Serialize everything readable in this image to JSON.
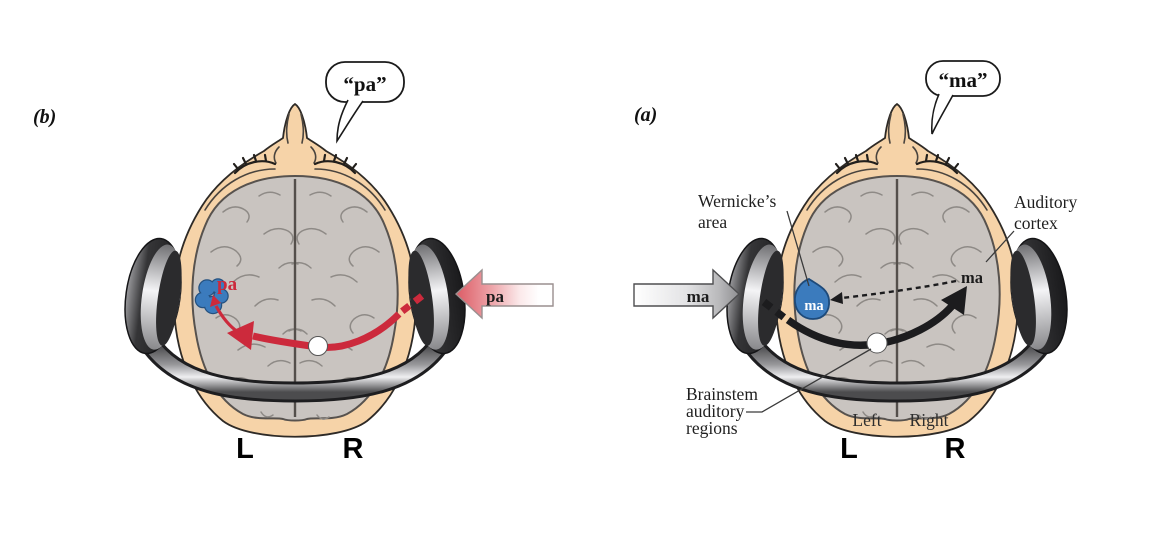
{
  "colors": {
    "skin": "#f6d3a8",
    "brain": "#c9c4c0",
    "red": "#cc2a3c",
    "blue": "#3b7bbd",
    "dark": "#1c1c1e"
  },
  "panel_b": {
    "tag": "(b)",
    "bubble": "“pa”",
    "stimulus": "pa",
    "cortex_label": "pa",
    "L": "L",
    "R": "R"
  },
  "panel_a": {
    "tag": "(a)",
    "bubble": "“ma”",
    "stimulus": "ma",
    "blob_label": "ma",
    "target_label": "ma",
    "wernickes_line1": "Wernicke’s",
    "wernickes_line2": "area",
    "auditory_line1": "Auditory",
    "auditory_line2": "cortex",
    "brainstem_line1": "Brainstem",
    "brainstem_line2": "auditory",
    "brainstem_line3": "regions",
    "left_word": "Left",
    "right_word": "Right",
    "L": "L",
    "R": "R"
  }
}
